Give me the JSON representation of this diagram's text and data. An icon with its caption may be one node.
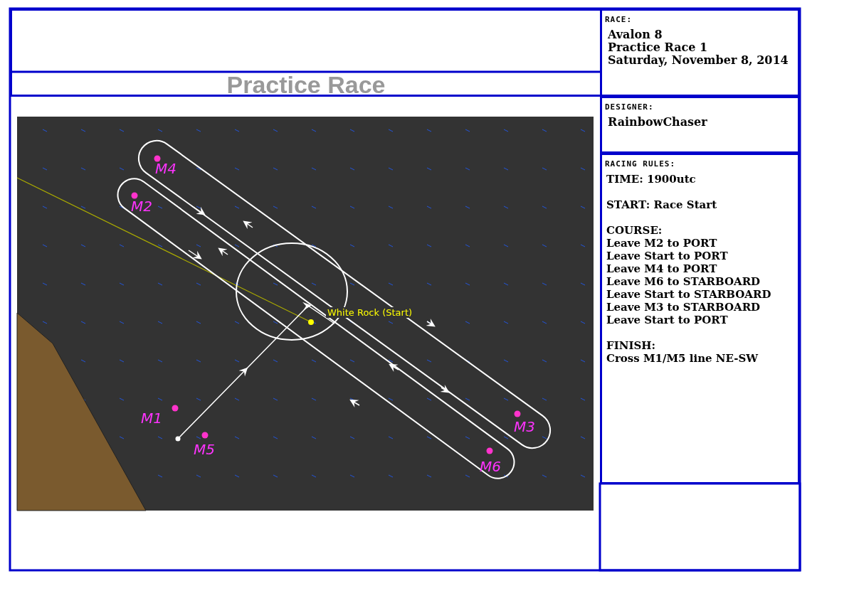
{
  "diagram": {
    "nodes": [
      {
        "text": [
          "Practice Race"
        ]
      },
      {
        "text": [
          "RACE:",
          "Avalon 8",
          "Practice Race 1",
          "Saturday, November 8, 2014"
        ]
      },
      {
        "text": [
          "DESIGNER:",
          "RainbowChaser"
        ]
      },
      {
        "text": [
          "RACING RULES:",
          "TIME: 1900utc",
          "START:  Race Start",
          "COURSE:",
          "Leave M2 to PORT",
          "Leave Start to PORT",
          "Leave M4 to PORT",
          "Leave M6 to STARBOARD",
          "Leave Start to STARBOARD",
          "Leave M3 to STARBOARD",
          "Leave Start to PORT",
          "FINISH:",
          "Cross M1/M5 line NE-SW"
        ]
      }
    ],
    "labels": [
      "M4",
      "M2",
      "White Rock (Start)",
      "M3",
      "M1",
      "M6",
      "M5"
    ]
  }
}
